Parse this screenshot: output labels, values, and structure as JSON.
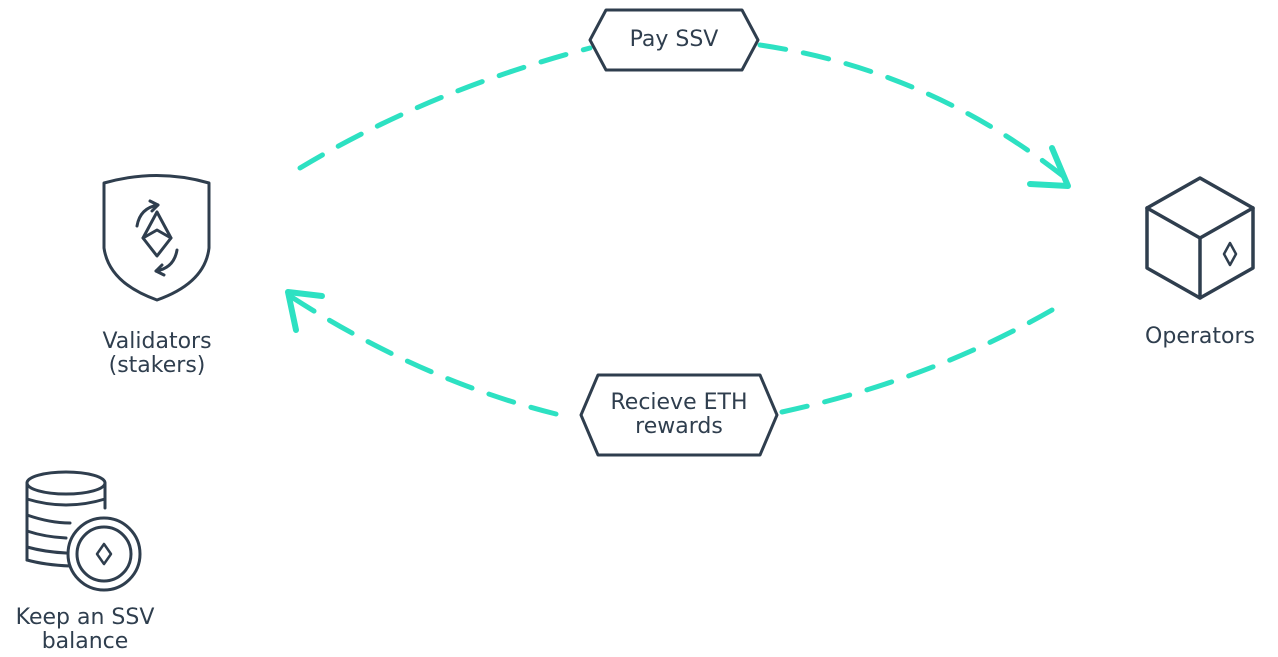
{
  "diagram": {
    "validators": {
      "icon": "shield-ethereum-icon",
      "label_line1": "Validators",
      "label_line2": "(stakers)"
    },
    "operators": {
      "icon": "cube-ssv-icon",
      "label": "Operators"
    },
    "balance": {
      "icon": "coin-stack-ssv-icon",
      "label_line1": "Keep an SSV",
      "label_line2": "balance"
    },
    "pay_flow": {
      "label": "Pay SSV"
    },
    "reward_flow": {
      "label_line1": "Recieve ETH",
      "label_line2": "rewards"
    }
  },
  "colors": {
    "arrow": "#2de1c2",
    "ink": "#2f3e4e",
    "background": "#ffffff"
  }
}
